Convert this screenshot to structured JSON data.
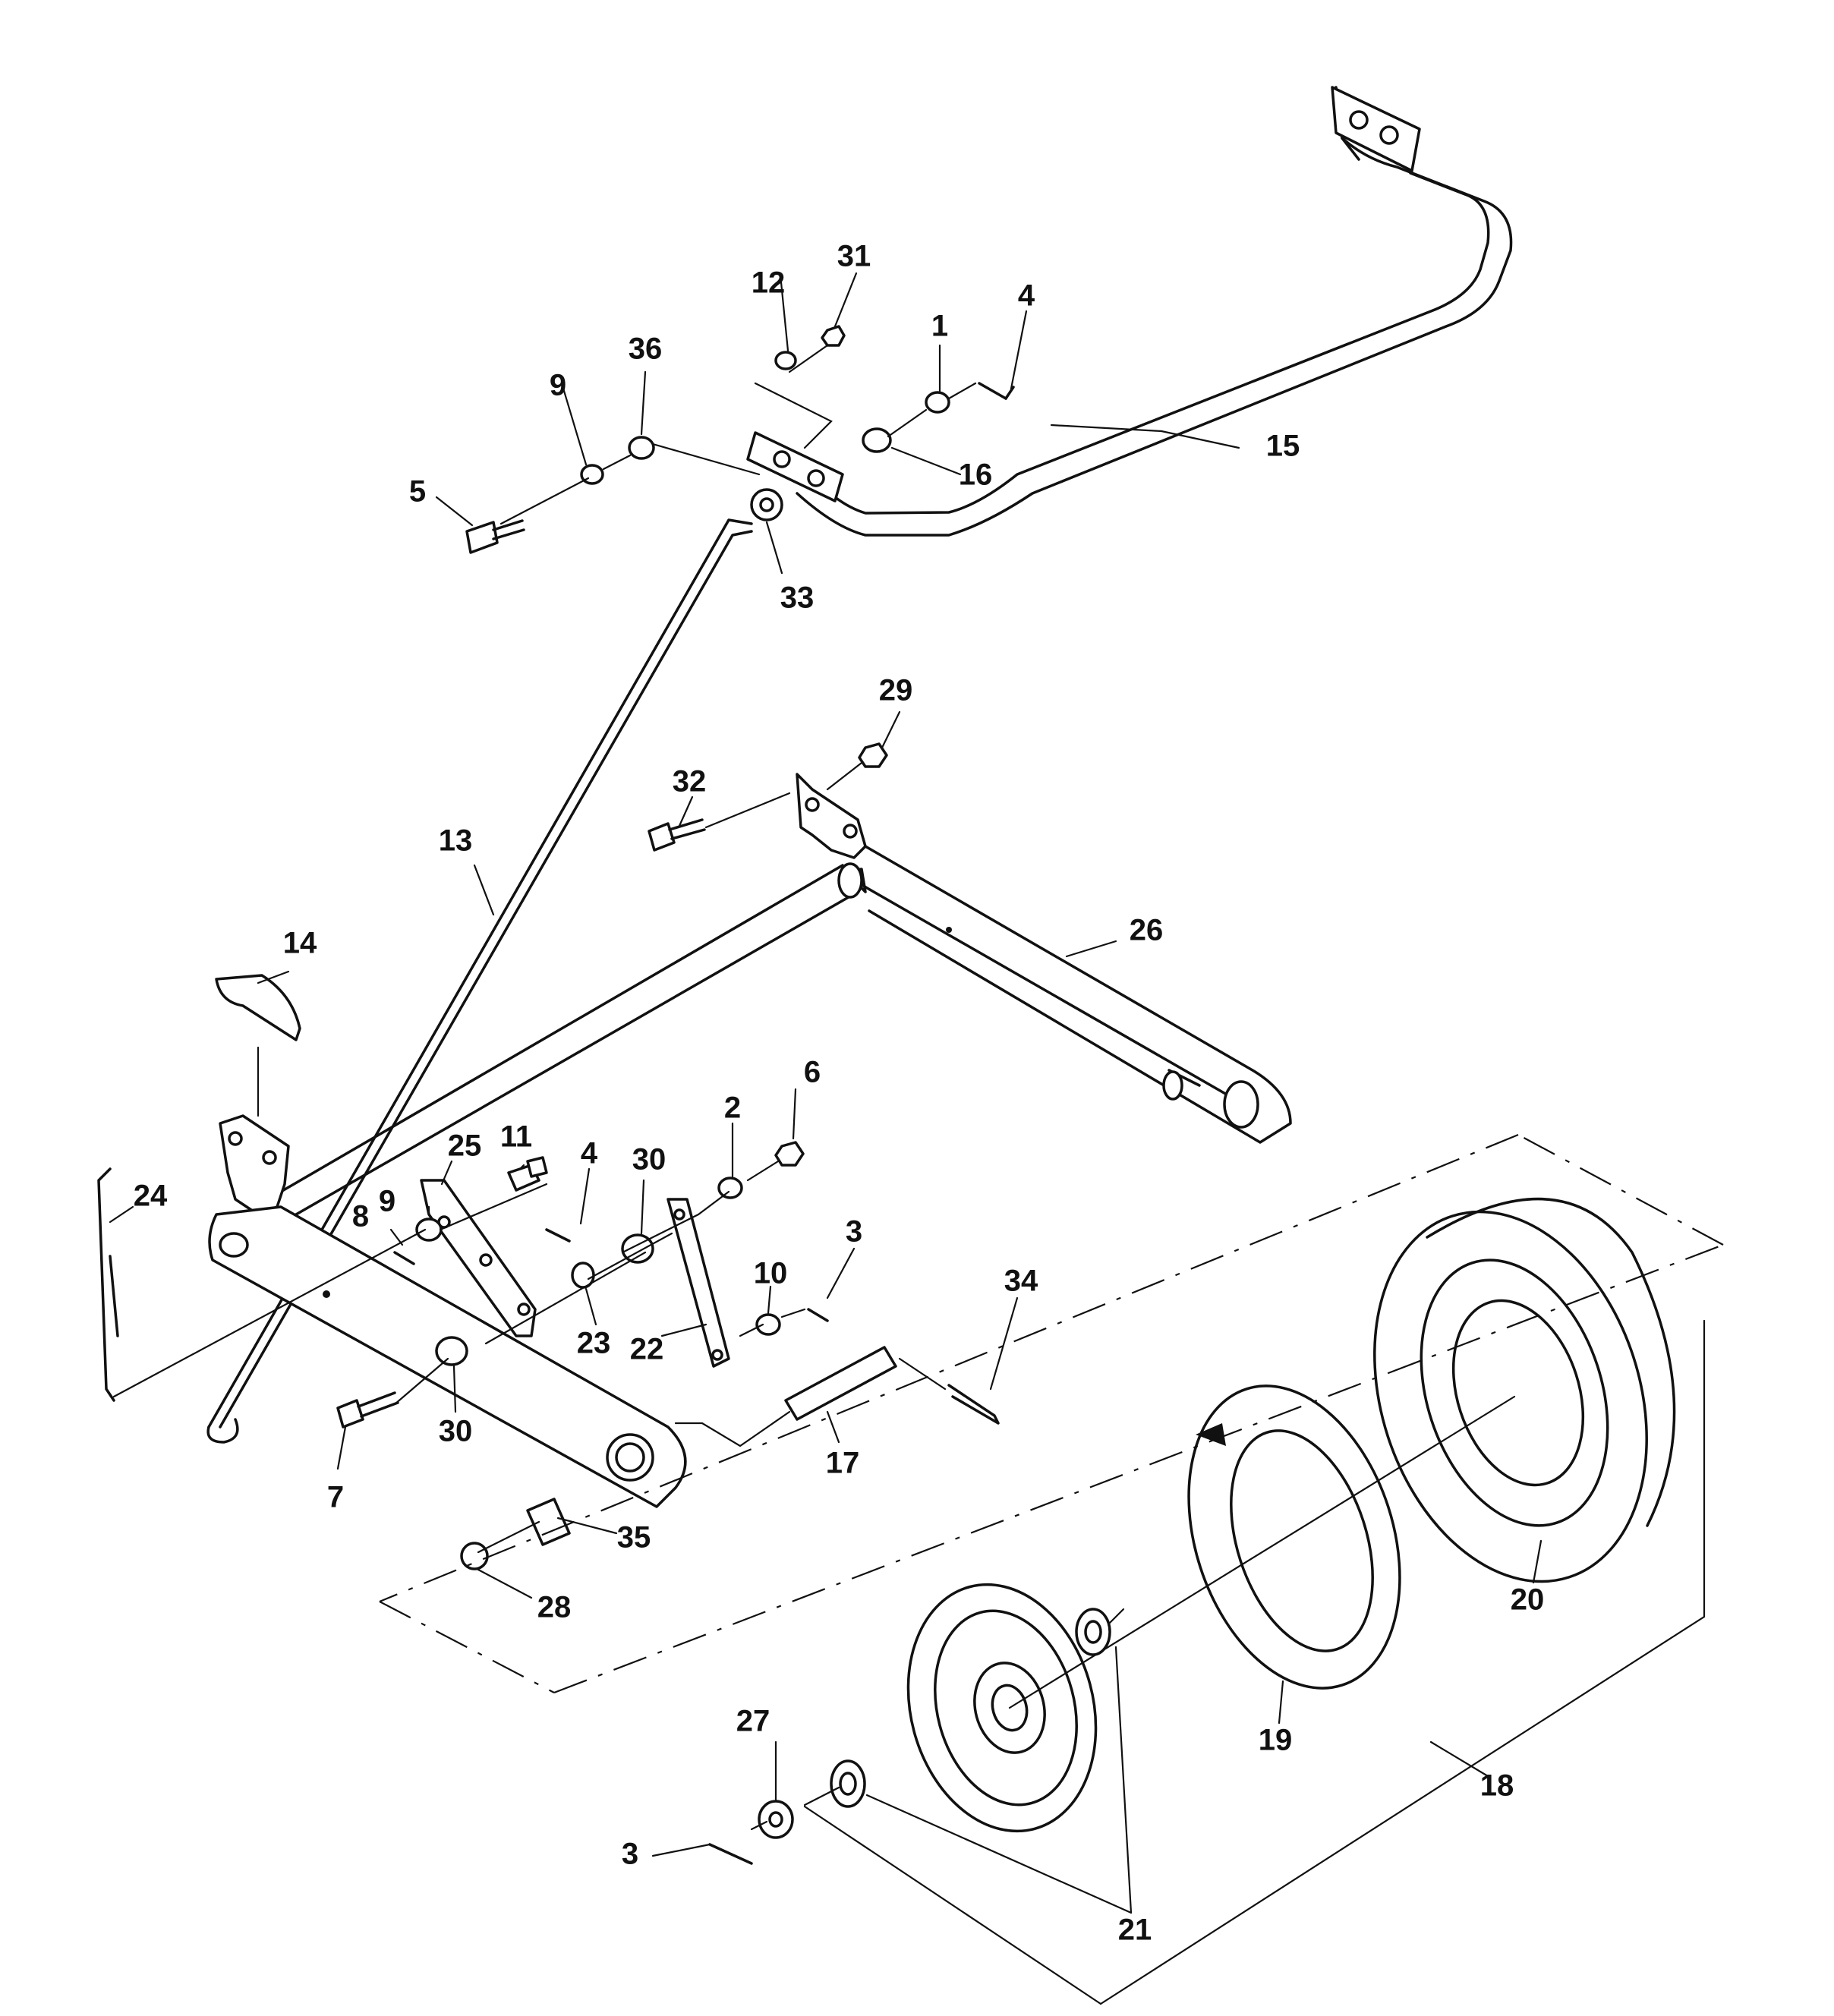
{
  "diagram": {
    "callouts": [
      {
        "id": "c1",
        "label": "1"
      },
      {
        "id": "c2",
        "label": "2"
      },
      {
        "id": "c3a",
        "label": "3"
      },
      {
        "id": "c3b",
        "label": "3"
      },
      {
        "id": "c4a",
        "label": "4"
      },
      {
        "id": "c4b",
        "label": "4"
      },
      {
        "id": "c5",
        "label": "5"
      },
      {
        "id": "c6",
        "label": "6"
      },
      {
        "id": "c7",
        "label": "7"
      },
      {
        "id": "c8",
        "label": "8"
      },
      {
        "id": "c9a",
        "label": "9"
      },
      {
        "id": "c9b",
        "label": "9"
      },
      {
        "id": "c10",
        "label": "10"
      },
      {
        "id": "c11",
        "label": "11"
      },
      {
        "id": "c12",
        "label": "12"
      },
      {
        "id": "c13",
        "label": "13"
      },
      {
        "id": "c14",
        "label": "14"
      },
      {
        "id": "c15",
        "label": "15"
      },
      {
        "id": "c16",
        "label": "16"
      },
      {
        "id": "c17",
        "label": "17"
      },
      {
        "id": "c18",
        "label": "18"
      },
      {
        "id": "c19",
        "label": "19"
      },
      {
        "id": "c20",
        "label": "20"
      },
      {
        "id": "c21",
        "label": "21"
      },
      {
        "id": "c22",
        "label": "22"
      },
      {
        "id": "c23",
        "label": "23"
      },
      {
        "id": "c24",
        "label": "24"
      },
      {
        "id": "c25",
        "label": "25"
      },
      {
        "id": "c26",
        "label": "26"
      },
      {
        "id": "c27",
        "label": "27"
      },
      {
        "id": "c28",
        "label": "28"
      },
      {
        "id": "c29",
        "label": "29"
      },
      {
        "id": "c30a",
        "label": "30"
      },
      {
        "id": "c30b",
        "label": "30"
      },
      {
        "id": "c31",
        "label": "31"
      },
      {
        "id": "c32",
        "label": "32"
      },
      {
        "id": "c33",
        "label": "33"
      },
      {
        "id": "c34",
        "label": "34"
      },
      {
        "id": "c35",
        "label": "35"
      },
      {
        "id": "c36",
        "label": "36"
      }
    ]
  }
}
